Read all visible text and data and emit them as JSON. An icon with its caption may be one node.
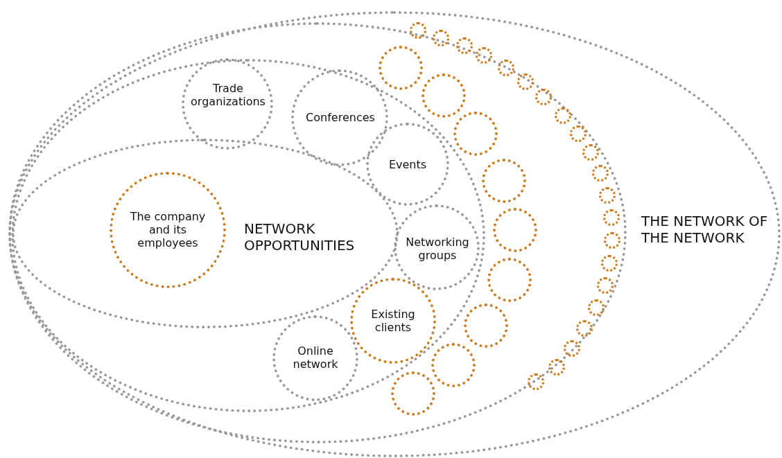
{
  "diagram": {
    "nodes": [
      {
        "text": [
          "THE NETWORK OF THE NETWORK"
        ]
      },
      {
        "text": [],
        "shape": "ellipse",
        "in": 0
      },
      {
        "text": [],
        "shape": "ellipse",
        "in": 1
      },
      {
        "text": [
          "NETWORK OPPORTUNITIES"
        ],
        "in": 2
      },
      {
        "text": [
          "The company and its employees"
        ],
        "in": 3
      },
      {
        "text": [
          "Trade organizations"
        ],
        "in": 2
      },
      {
        "text": [
          "Conferences"
        ],
        "in": 2
      },
      {
        "text": [
          "Events"
        ],
        "in": 2
      },
      {
        "text": [
          "Networking groups"
        ],
        "in": 2
      },
      {
        "text": [
          "Existing clients"
        ],
        "in": 2
      },
      {
        "text": [
          "Online network"
        ],
        "in": 2
      },
      {
        "text": [],
        "shape": "circle",
        "in": 1
      },
      {
        "text": [],
        "shape": "circle",
        "in": 2
      },
      {
        "text": [],
        "shape": "circle",
        "in": 1
      },
      {
        "text": [],
        "shape": "circle",
        "in": 1
      },
      {
        "text": [],
        "shape": "circle",
        "in": 1
      },
      {
        "text": [],
        "shape": "circle",
        "in": 1
      },
      {
        "text": [],
        "shape": "circle",
        "in": 1
      },
      {
        "text": [],
        "shape": "circle",
        "in": 2
      },
      {
        "text": [],
        "shape": "circle",
        "in": 2
      },
      {
        "text": [],
        "shape": "circle",
        "in": 1
      },
      {
        "text": [],
        "shape": "circle",
        "in": 1
      },
      {
        "text": [],
        "shape": "circle",
        "in": 1
      },
      {
        "text": [],
        "shape": "circle",
        "in": 1
      },
      {
        "text": [],
        "shape": "circle",
        "in": 1
      },
      {
        "text": [],
        "shape": "circle",
        "in": 1
      },
      {
        "text": [],
        "shape": "circle",
        "in": 1
      },
      {
        "text": [],
        "shape": "circle",
        "in": 1
      },
      {
        "text": [],
        "shape": "circle",
        "in": 1
      },
      {
        "text": [],
        "shape": "circle",
        "in": 1
      },
      {
        "text": [],
        "shape": "circle",
        "in": 1
      },
      {
        "text": [],
        "shape": "circle",
        "in": 1
      },
      {
        "text": [],
        "shape": "circle",
        "in": 1
      },
      {
        "text": [],
        "shape": "circle",
        "in": 1
      },
      {
        "text": [],
        "shape": "circle",
        "in": 1
      },
      {
        "text": [],
        "shape": "circle",
        "in": 1
      },
      {
        "text": [],
        "shape": "circle",
        "in": 1
      },
      {
        "text": [],
        "shape": "circle",
        "in": 1
      },
      {
        "text": [],
        "shape": "circle",
        "in": 1
      },
      {
        "text": [],
        "shape": "circle",
        "in": 1
      },
      {
        "text": [],
        "shape": "circle",
        "in": 1
      }
    ]
  }
}
